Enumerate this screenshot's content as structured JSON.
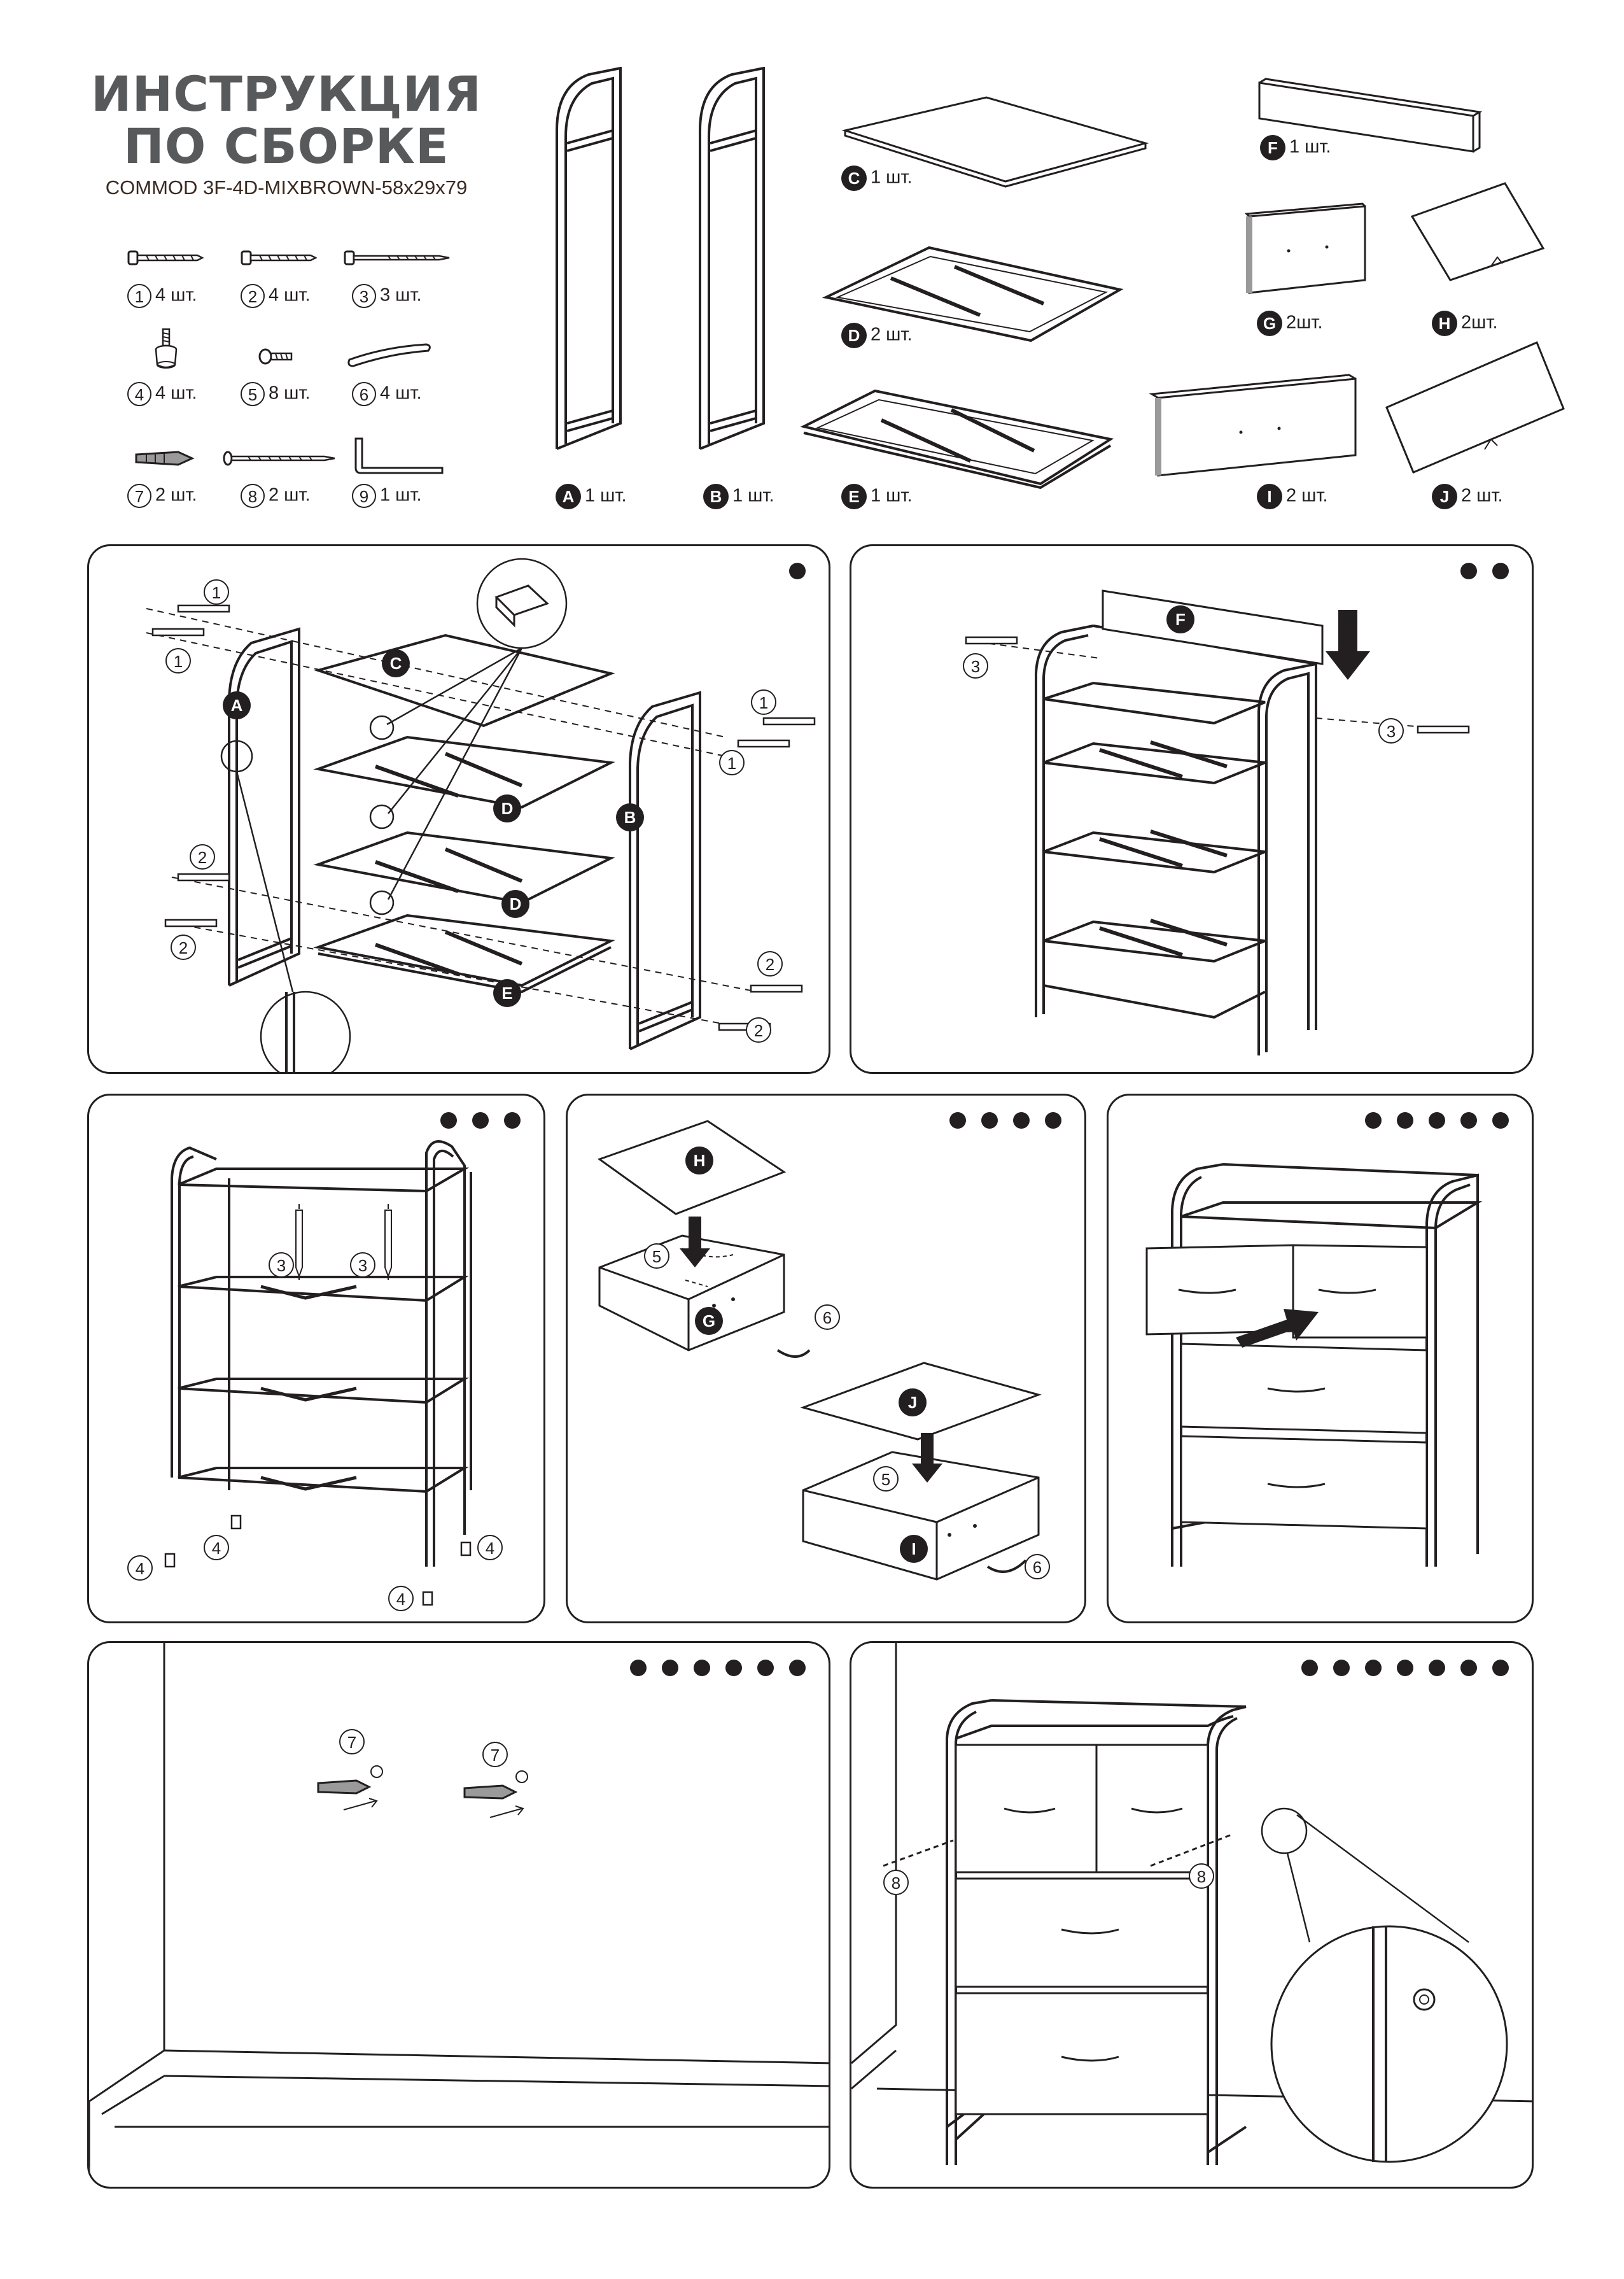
{
  "header": {
    "title_line1": "ИНСТРУКЦИЯ",
    "title_line2": "ПО СБОРКЕ",
    "model": "COMMOD 3F-4D-MIXBROWN-58x29x79"
  },
  "hardware": [
    {
      "no": "1",
      "qty": "4 шт.",
      "icon": "short-screw-icon"
    },
    {
      "no": "2",
      "qty": "4 шт.",
      "icon": "medium-screw-icon"
    },
    {
      "no": "3",
      "qty": "3 шт.",
      "icon": "long-screw-icon"
    },
    {
      "no": "4",
      "qty": "4 шт.",
      "icon": "adjustable-foot-icon"
    },
    {
      "no": "5",
      "qty": "8 шт.",
      "icon": "small-bolt-icon"
    },
    {
      "no": "6",
      "qty": "4 шт.",
      "icon": "drawer-handle-icon"
    },
    {
      "no": "7",
      "qty": "2 шт.",
      "icon": "wall-anchor-icon"
    },
    {
      "no": "8",
      "qty": "2 шт.",
      "icon": "wall-screw-icon"
    },
    {
      "no": "9",
      "qty": "1 шт.",
      "icon": "allen-key-icon"
    }
  ],
  "parts": [
    {
      "letter": "A",
      "qty": "1 шт."
    },
    {
      "letter": "B",
      "qty": "1 шт."
    },
    {
      "letter": "C",
      "qty": "1 шт."
    },
    {
      "letter": "D",
      "qty": "2 шт."
    },
    {
      "letter": "E",
      "qty": "1 шт."
    },
    {
      "letter": "F",
      "qty": "1 шт."
    },
    {
      "letter": "G",
      "qty": "2шт."
    },
    {
      "letter": "H",
      "qty": "2шт."
    },
    {
      "letter": "I",
      "qty": "2 шт."
    },
    {
      "letter": "J",
      "qty": "2 шт."
    }
  ],
  "steps": [
    {
      "step": 1,
      "labels": {
        "n1": "1",
        "n2": "2",
        "A": "A",
        "B": "B",
        "C": "C",
        "D": "D",
        "E": "E"
      }
    },
    {
      "step": 2,
      "labels": {
        "n3": "3",
        "F": "F"
      }
    },
    {
      "step": 3,
      "labels": {
        "n3": "3",
        "n4": "4"
      }
    },
    {
      "step": 4,
      "labels": {
        "H": "H",
        "G": "G",
        "J": "J",
        "I": "I",
        "n5": "5",
        "n6": "6"
      }
    },
    {
      "step": 5,
      "labels": {}
    },
    {
      "step": 6,
      "labels": {
        "n7": "7"
      }
    },
    {
      "step": 7,
      "labels": {
        "n8": "8"
      }
    }
  ]
}
